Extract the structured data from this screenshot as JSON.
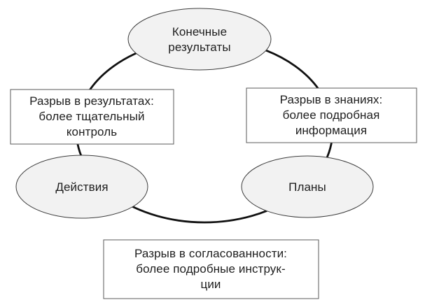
{
  "diagram": {
    "title": "cycle-of-plans-actions-results",
    "colors": {
      "background": "#ffffff",
      "cycle_stroke": "#101010",
      "node_fill": "#f2f2f2",
      "box_fill": "#ffffff",
      "ellipse_border": "#3d3d3d",
      "box_border": "#5a5a5a",
      "text": "#1e1e1e"
    },
    "nodes": {
      "final_results": {
        "type": "ellipse",
        "label": "Конечные\nрезультаты"
      },
      "results_gap": {
        "type": "box",
        "label": "Разрыв в результатах:\nболее тщательный\nконтроль"
      },
      "knowledge_gap": {
        "type": "box",
        "label": "Разрыв в знаниях:\nболее подробная\nинформация"
      },
      "actions": {
        "type": "ellipse",
        "label": "Действия"
      },
      "plans": {
        "type": "ellipse",
        "label": "Планы"
      },
      "alignment_gap": {
        "type": "box",
        "label": "Разрыв в согласованности:\nболее подробные инструк-\nции"
      }
    }
  }
}
